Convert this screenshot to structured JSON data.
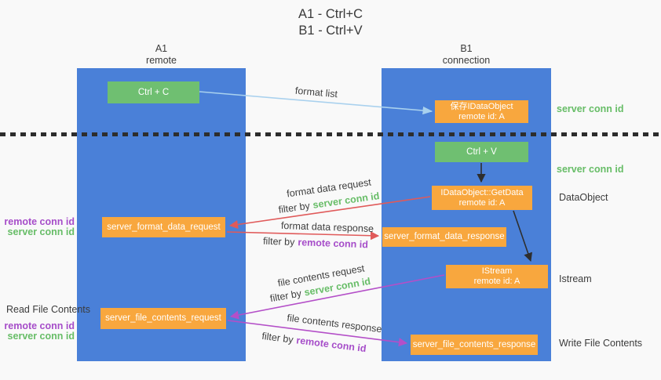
{
  "title": {
    "line1": "A1 - Ctrl+C",
    "line2": "B1 - Ctrl+V"
  },
  "lifelines": [
    {
      "name": "A1",
      "role": "remote"
    },
    {
      "name": "B1",
      "role": "connection"
    }
  ],
  "nodes": {
    "ctrl_c": "Ctrl + C",
    "ctrl_v": "Ctrl + V",
    "save_idataobject": {
      "line1": "保存IDataObject",
      "line2": "remote id: A"
    },
    "idataobject_getdata": {
      "line1": "IDataObject::GetData",
      "line2": "remote id: A"
    },
    "istream": {
      "line1": "IStream",
      "line2": "remote id: A"
    },
    "server_format_data_request": "server_format_data_request",
    "server_format_data_response": "server_format_data_response",
    "server_file_contents_request": "server_file_contents_request",
    "server_file_contents_response": "server_file_contents_response"
  },
  "edge_labels": {
    "format_list": "format list",
    "format_data_request": "format data request",
    "format_data_response": "format data response",
    "file_contents_request": "file contents request",
    "file_contents_response": "file contents response",
    "filter_by": "filter by",
    "server_conn_id": "server conn id",
    "remote_conn_id": "remote conn id"
  },
  "side_labels": {
    "server_conn_id_1": "server conn id",
    "server_conn_id_2": "server conn id",
    "dataobject": "DataObject",
    "istream": "Istream",
    "read_file_contents": "Read File Contents",
    "write_file_contents": "Write File Contents",
    "remote_conn_id": "remote conn id",
    "server_conn_id": "server conn id"
  },
  "colors": {
    "background": "#f9f9f9",
    "lifeline_blue": "#4a80d8",
    "box_green": "#6fbf71",
    "box_orange": "#f8a73e",
    "arrow_red": "#e05a5a",
    "arrow_purple": "#b44fc8",
    "arrow_light_blue": "#a9d1ee",
    "arrow_black": "#2e2e2e",
    "text_green": "#67bd67",
    "text_purple": "#a64dc9",
    "text_dark": "#3b3b3b"
  }
}
